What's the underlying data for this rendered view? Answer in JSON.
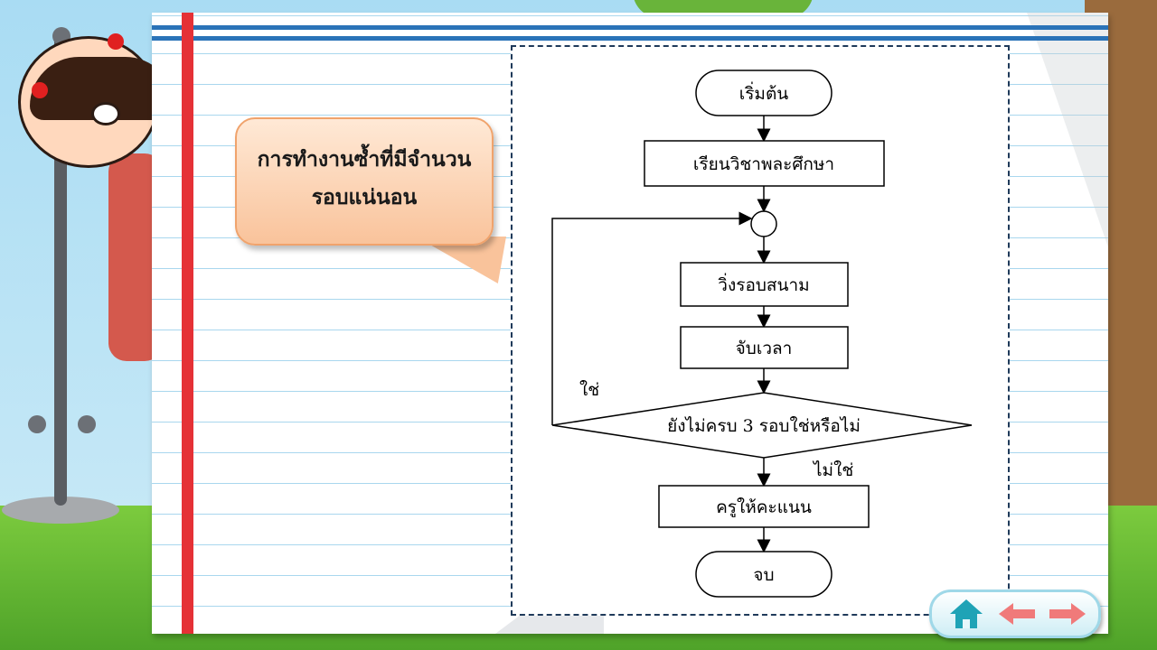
{
  "callout": {
    "line1": "การทำงานซ้ำที่มีจำนวน",
    "line2": "รอบแน่นอน"
  },
  "flowchart": {
    "start": "เริ่มต้น",
    "step1": "เรียนวิชาพละศึกษา",
    "step2": "วิ่งรอบสนาม",
    "step3": "จับเวลา",
    "decision": "ยังไม่ครบ 3 รอบใช่หรือไม่",
    "yes_label": "ใช่",
    "no_label": "ไม่ใช่",
    "step4": "ครูให้คะแนน",
    "end": "จบ"
  },
  "nav": {
    "home_icon": "home-icon",
    "back_icon": "arrow-left-icon",
    "next_icon": "arrow-right-icon"
  },
  "colors": {
    "margin_line": "#e53136",
    "rule_line": "#a9d7ee",
    "header_line": "#2a73b8",
    "callout_fill": "#f9c39b",
    "nav_teal": "#1fa3b6",
    "nav_arrow": "#f07a7a"
  }
}
